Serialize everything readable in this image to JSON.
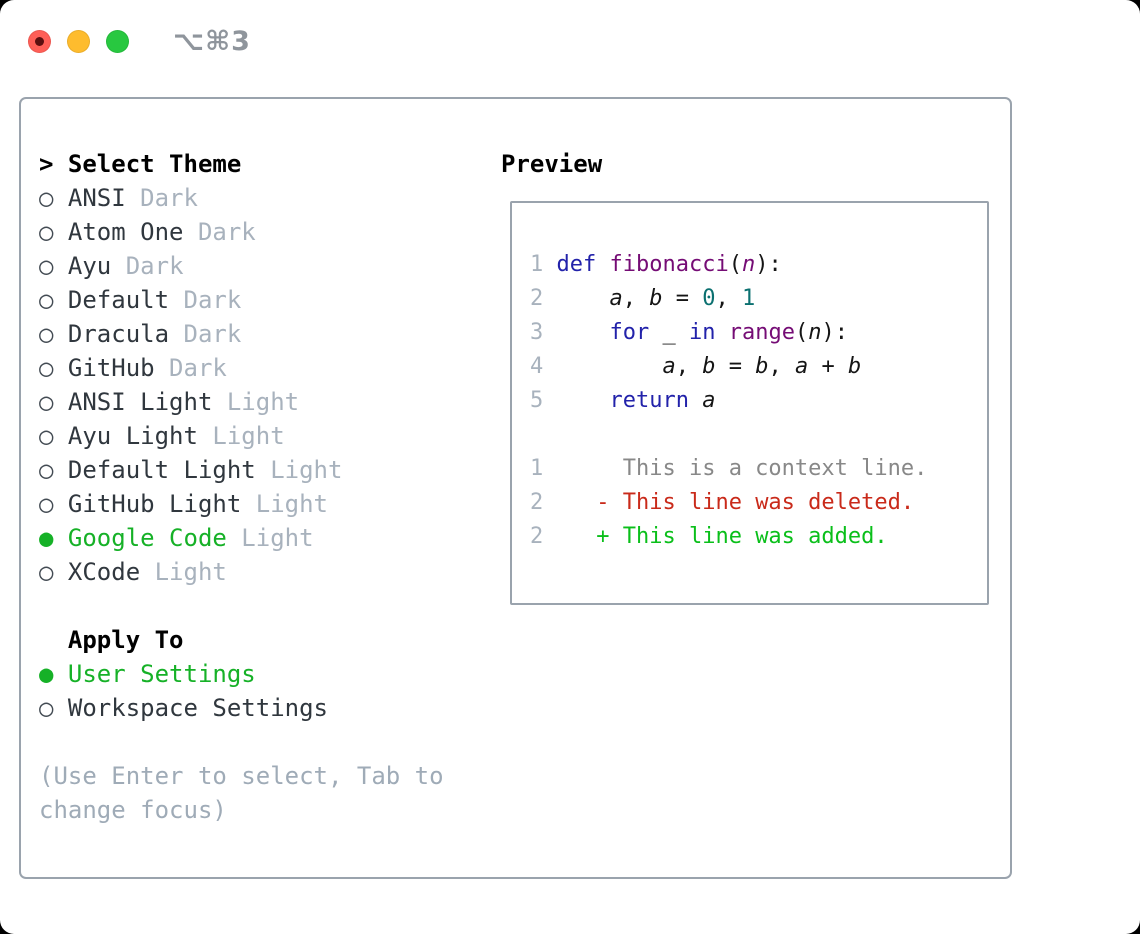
{
  "window": {
    "title": "⌥⌘3"
  },
  "icons": {
    "radio_off": "○",
    "radio_on": "●",
    "focus_caret": ">"
  },
  "select_theme": {
    "header": "Select Theme",
    "items": [
      {
        "name": "ANSI",
        "variant": "Dark",
        "selected": false
      },
      {
        "name": "Atom One",
        "variant": "Dark",
        "selected": false
      },
      {
        "name": "Ayu",
        "variant": "Dark",
        "selected": false
      },
      {
        "name": "Default",
        "variant": "Dark",
        "selected": false
      },
      {
        "name": "Dracula",
        "variant": "Dark",
        "selected": false
      },
      {
        "name": "GitHub",
        "variant": "Dark",
        "selected": false
      },
      {
        "name": "ANSI Light",
        "variant": "Light",
        "selected": false
      },
      {
        "name": "Ayu Light",
        "variant": "Light",
        "selected": false
      },
      {
        "name": "Default Light",
        "variant": "Light",
        "selected": false
      },
      {
        "name": "GitHub Light",
        "variant": "Light",
        "selected": false
      },
      {
        "name": "Google Code",
        "variant": "Light",
        "selected": true
      },
      {
        "name": "XCode",
        "variant": "Light",
        "selected": false
      }
    ]
  },
  "apply_to": {
    "header": "Apply To",
    "options": [
      {
        "label": "User Settings",
        "selected": true
      },
      {
        "label": "Workspace Settings",
        "selected": false
      }
    ]
  },
  "help_lines": [
    "(Use Enter to select, Tab to",
    "change focus)"
  ],
  "preview": {
    "header": "Preview",
    "lines": [
      {
        "n": "1",
        "tokens": [
          {
            "t": "def ",
            "c": "kw"
          },
          {
            "t": "fibonacci",
            "c": "fn"
          },
          {
            "t": "("
          },
          {
            "t": "n",
            "c": "fn",
            "i": true
          },
          {
            "t": "):"
          }
        ]
      },
      {
        "n": "2",
        "tokens": [
          {
            "t": "    "
          },
          {
            "t": "a",
            "i": true
          },
          {
            "t": ", "
          },
          {
            "t": "b",
            "i": true
          },
          {
            "t": " = "
          },
          {
            "t": "0",
            "c": "num"
          },
          {
            "t": ", "
          },
          {
            "t": "1",
            "c": "num"
          }
        ]
      },
      {
        "n": "3",
        "tokens": [
          {
            "t": "    "
          },
          {
            "t": "for",
            "c": "kw"
          },
          {
            "t": " _ "
          },
          {
            "t": "in",
            "c": "kw"
          },
          {
            "t": " "
          },
          {
            "t": "range",
            "c": "fn"
          },
          {
            "t": "("
          },
          {
            "t": "n",
            "i": true
          },
          {
            "t": "):"
          }
        ]
      },
      {
        "n": "4",
        "tokens": [
          {
            "t": "        "
          },
          {
            "t": "a",
            "i": true
          },
          {
            "t": ", "
          },
          {
            "t": "b",
            "i": true
          },
          {
            "t": " = "
          },
          {
            "t": "b",
            "i": true
          },
          {
            "t": ", "
          },
          {
            "t": "a",
            "i": true
          },
          {
            "t": " + "
          },
          {
            "t": "b",
            "i": true
          }
        ]
      },
      {
        "n": "5",
        "tokens": [
          {
            "t": "    "
          },
          {
            "t": "return",
            "c": "kw"
          },
          {
            "t": " "
          },
          {
            "t": "a",
            "i": true
          }
        ]
      },
      {
        "blank": true
      },
      {
        "n": "1",
        "tokens": [
          {
            "t": "     "
          },
          {
            "t": "This is a context line.",
            "c": "ctx"
          }
        ]
      },
      {
        "n": "2",
        "tokens": [
          {
            "t": "   "
          },
          {
            "t": "- This line was deleted.",
            "c": "del"
          }
        ]
      },
      {
        "n": "2",
        "tokens": [
          {
            "t": "   "
          },
          {
            "t": "+ This line was added.",
            "c": "add"
          }
        ]
      }
    ]
  },
  "colors": {
    "border": "#9aa3ad",
    "header": "#000000",
    "item": "#30373e",
    "circ": "#434b53",
    "muted": "#a8b2bd",
    "help": "#9fabb7",
    "green": "#16b127",
    "title-col": "#8f959c",
    "kw": "#2222aa",
    "fn": "#750c75",
    "numc": "#0b7070",
    "pl": "#151515",
    "ctx": "#888888",
    "del": "#c92a1a",
    "add": "#0abf1a",
    "traffic-red": "#ff5f57",
    "traffic-yellow": "#febc2e",
    "traffic-green": "#28c840",
    "traffic-red-dot": "#5c0f0f"
  }
}
